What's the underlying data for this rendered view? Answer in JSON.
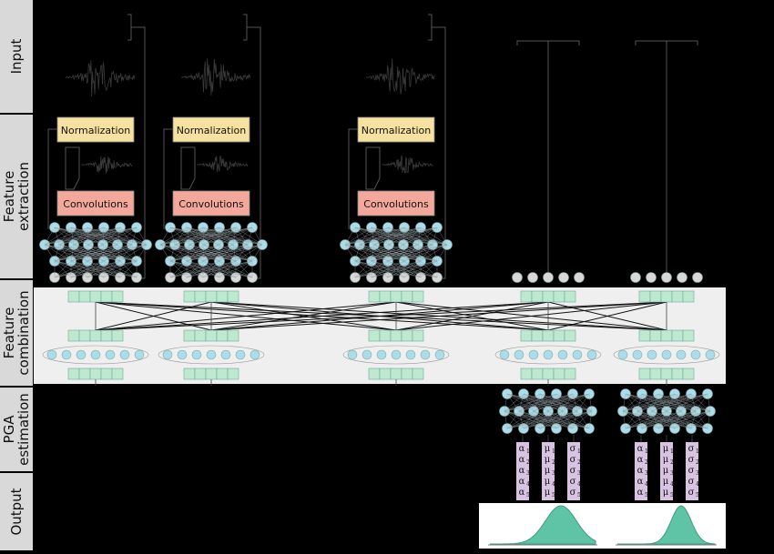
{
  "rows": [
    {
      "key": "input",
      "label_lines": [
        "Input"
      ]
    },
    {
      "key": "feature_extraction",
      "label_lines": [
        "Feature",
        "extraction"
      ]
    },
    {
      "key": "feature_combination",
      "label_lines": [
        "Feature",
        "combination"
      ]
    },
    {
      "key": "pga_estimation",
      "label_lines": [
        "PGA",
        "estimation"
      ]
    },
    {
      "key": "output",
      "label_lines": [
        "Output"
      ]
    }
  ],
  "blocks": {
    "normalization": "Normalization",
    "convolutions": "Convolutions"
  },
  "mixture_params": {
    "alpha": "α",
    "mu": "μ",
    "sigma": "σ",
    "indices": [
      "1",
      "2",
      "3",
      "4",
      "5"
    ]
  },
  "colors": {
    "background": "#000000",
    "row_label_band": "#d9d9d9",
    "combination_band": "#efefef",
    "normalization_box": "#f7e1a0",
    "convolution_box": "#f3a89b",
    "neuron_cyan": "#a8dde9",
    "neuron_grey": "#d8d8d8",
    "dense_square": "#bfe8d0",
    "param_column": "#d9c3e3",
    "distribution_fill": "#5fc4a6",
    "distribution_panel": "#ffffff"
  },
  "icons": [
    "waveform-icon",
    "normalization-arrow-icon",
    "gaussian-curve-icon"
  ]
}
